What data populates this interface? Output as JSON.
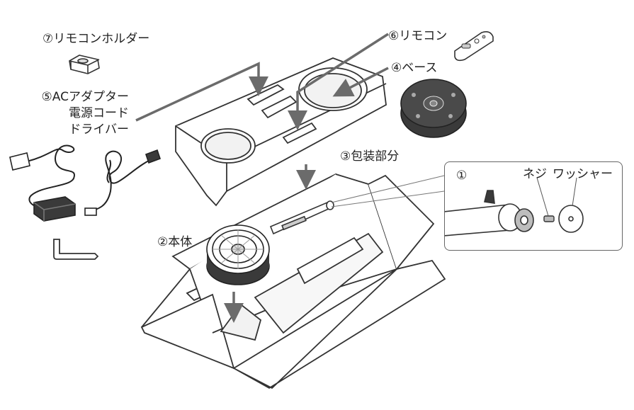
{
  "labels": {
    "remote_holder": "⑦リモコンホルダー",
    "ac_adapter_lines": [
      "⑤ACアダプター",
      "電源コード",
      "ドライバー"
    ],
    "remote": "⑥リモコン",
    "base": "④ベース",
    "packaging": "③包装部分",
    "main_body": "②本体",
    "detail_number": "①",
    "screw": "ネジ",
    "washer": "ワッシャー"
  },
  "colors": {
    "line": "#333333",
    "arrow": "#6b6b6b",
    "light_fill": "#f2f2f2",
    "mid_fill": "#bdbdbd",
    "dark_fill": "#3a3a3a"
  },
  "icons": [
    "remote-holder-icon",
    "remote-control-icon",
    "base-disc-icon",
    "ac-adapter-icon",
    "power-cord-icon",
    "screwdriver-icon",
    "fan-head-icon",
    "stand-pole-icon",
    "box-icon",
    "screw-icon",
    "washer-icon"
  ]
}
